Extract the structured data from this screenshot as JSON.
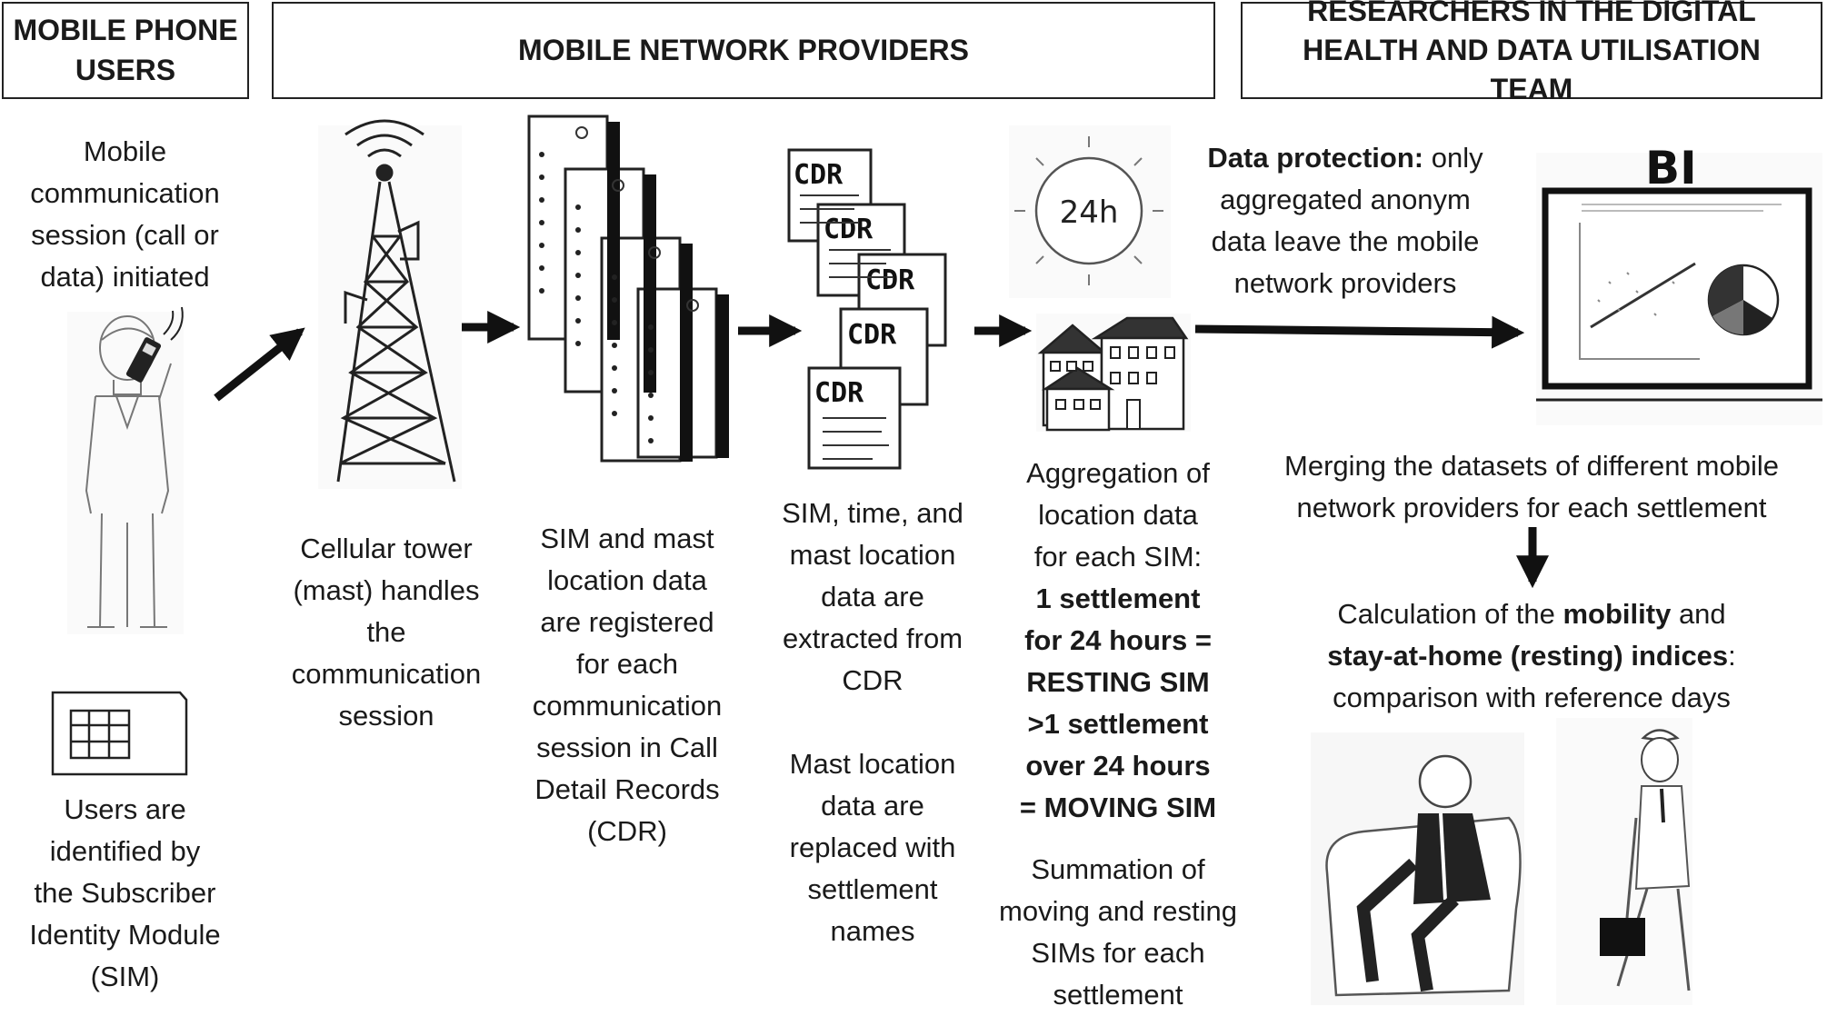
{
  "headers": {
    "users": "MOBILE PHONE USERS",
    "providers": "MOBILE NETWORK PROVIDERS",
    "researchers": "RESEARCHERS IN THE DIGITAL HEALTH AND DATA UTILISATION TEAM"
  },
  "users": {
    "session_lines": [
      "Mobile",
      "communication",
      "session (call or",
      "data) initiated"
    ],
    "sim_lines": [
      "Users are",
      "identified by",
      "the Subscriber",
      "Identity Module",
      "(SIM)"
    ]
  },
  "tower": {
    "caption_lines": [
      "Cellular tower",
      "(mast) handles",
      "the",
      "communication",
      "session"
    ]
  },
  "servers": {
    "caption_lines": [
      "SIM and mast",
      "location data",
      "are registered",
      "for each",
      "communication",
      "session in Call",
      "Detail Records",
      "(CDR)"
    ]
  },
  "cdr": {
    "card_label": "CDR",
    "extract_lines": [
      "SIM, time, and",
      "mast location",
      "data are",
      "extracted from",
      "CDR"
    ],
    "replace_lines": [
      "Mast location",
      "data are",
      "replaced with",
      "settlement",
      "names"
    ]
  },
  "aggregation": {
    "clock_label": "24h",
    "lines": [
      "Aggregation of",
      "location data",
      "for each SIM:"
    ],
    "bold_lines": [
      "1 settlement",
      "for 24 hours =",
      "RESTING SIM",
      ">1 settlement",
      "over 24 hours",
      "= MOVING SIM"
    ],
    "sum_lines": [
      "Summation of",
      "moving and resting",
      "SIMs for each",
      "settlement"
    ]
  },
  "protection": {
    "bold": "Data protection:",
    "line1_rest": " only",
    "lines": [
      "aggregated anonym",
      "data leave the mobile",
      "network providers"
    ]
  },
  "bi": {
    "label": "BI"
  },
  "research": {
    "merge_lines": [
      "Merging the datasets of different mobile",
      "network providers for each settlement"
    ],
    "calc_prefix": "Calculation of the ",
    "calc_bold1": "mobility",
    "calc_mid": " and",
    "calc_bold2": "stay-at-home (resting) indices",
    "calc_suffix": ":",
    "calc_last": "comparison with reference days"
  }
}
